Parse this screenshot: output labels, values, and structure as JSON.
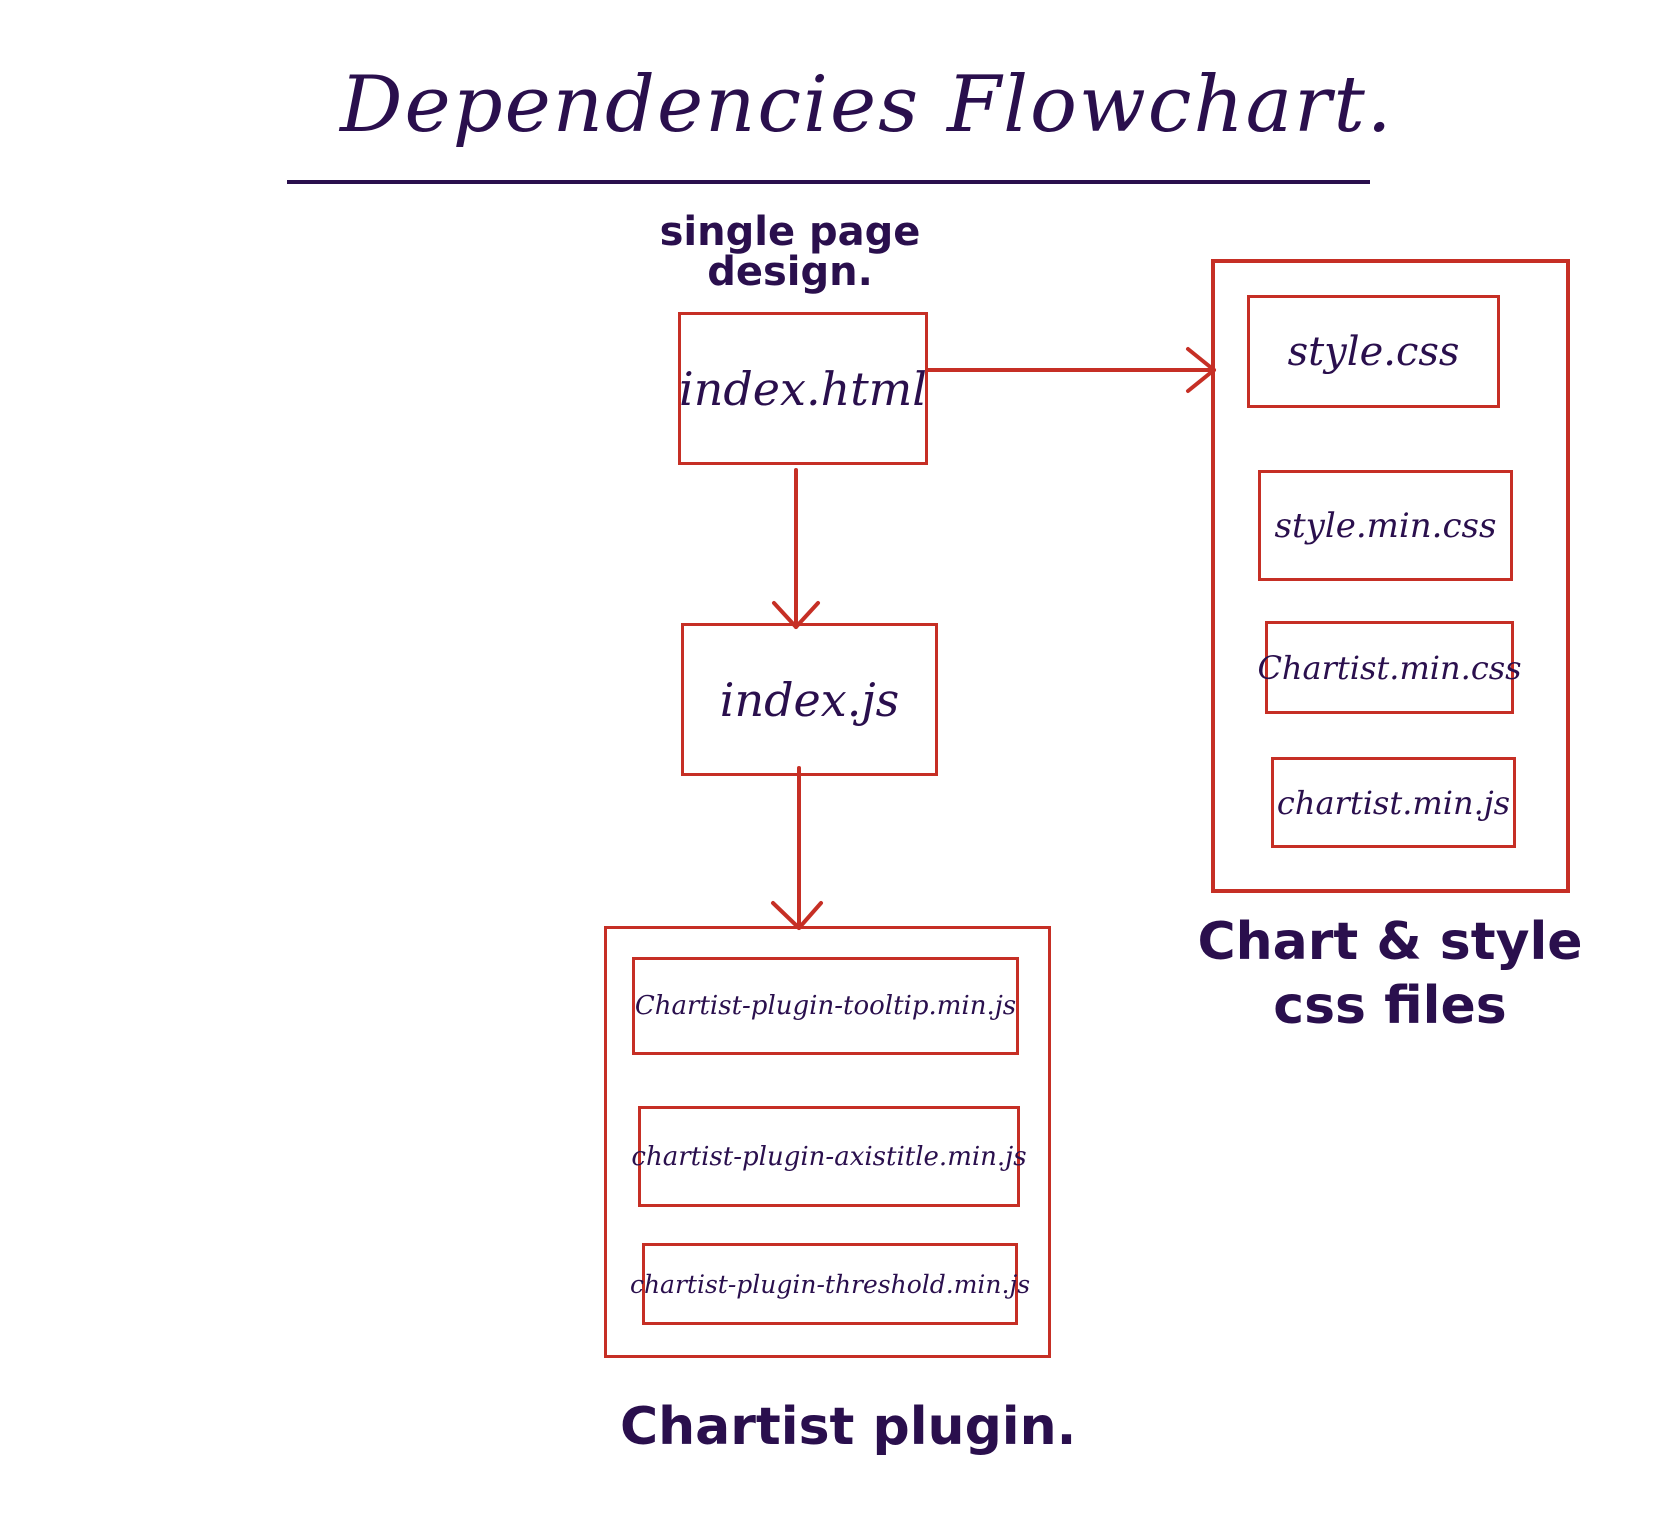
{
  "title": "Dependencies Flowchart.",
  "annotation": {
    "line1": "single page",
    "line2": "design."
  },
  "nodes": {
    "index_html": "index.html",
    "index_js": "index.js"
  },
  "css_group": {
    "caption_line1": "Chart & style",
    "caption_line2": "css files",
    "items": [
      "style.css",
      "style.min.css",
      "Chartist.min.css",
      "chartist.min.js"
    ]
  },
  "plugin_group": {
    "caption": "Chartist plugin.",
    "items": [
      "Chartist-plugin-tooltip.min.js",
      "chartist-plugin-axistitle.min.js",
      "chartist-plugin-threshold.min.js"
    ]
  },
  "colors": {
    "ink": "#2a0f4d",
    "box_stroke": "#c62f25"
  }
}
